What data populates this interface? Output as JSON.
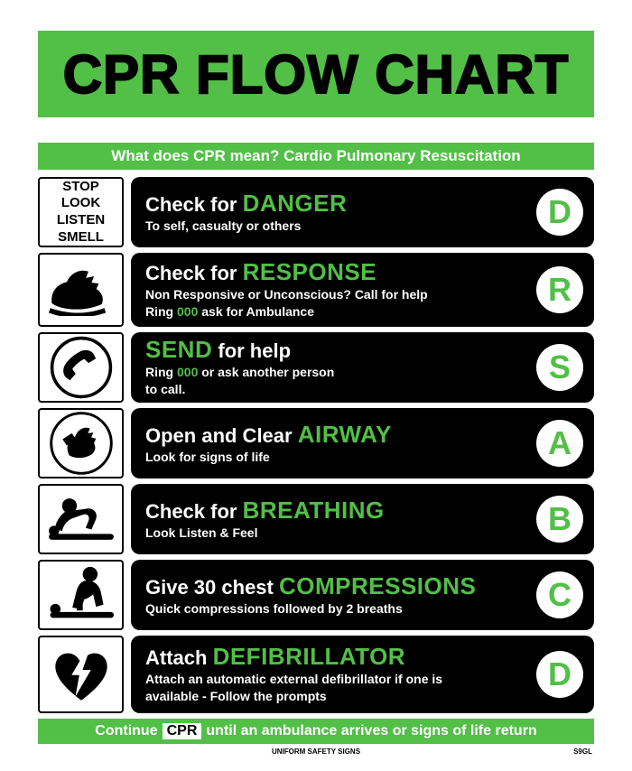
{
  "poster": {
    "title": "CPR FLOW CHART",
    "subtitle": "What does CPR mean? Cardio Pulmonary Resuscitation",
    "bottom_bar": {
      "prefix": "Continue",
      "chip": "CPR",
      "suffix": "until an ambulance arrives or signs of life return"
    },
    "footer": {
      "publisher": "UNIFORM SAFETY SIGNS",
      "code": "S9GL"
    }
  },
  "colors": {
    "green": "#52bf47",
    "black": "#000000",
    "white": "#ffffff"
  },
  "rows": [
    {
      "letter": "D",
      "icon": "stop-look-listen-smell-box",
      "icon_text_lines": [
        "STOP",
        "LOOK",
        "LISTEN",
        "SMELL"
      ],
      "heading": [
        {
          "text": "Check for ",
          "green": false
        },
        {
          "text": "DANGER",
          "green": true
        }
      ],
      "details": [
        [
          {
            "text": "To self, casualty or others",
            "green": false
          }
        ]
      ]
    },
    {
      "letter": "R",
      "icon": "unconscious-person-icon",
      "heading": [
        {
          "text": "Check for ",
          "green": false
        },
        {
          "text": "RESPONSE",
          "green": true
        }
      ],
      "details": [
        [
          {
            "text": "Non Responsive or Unconscious? Call for help",
            "green": false
          }
        ],
        [
          {
            "text": "Ring ",
            "green": false
          },
          {
            "text": "000",
            "green": true
          },
          {
            "text": " ask for Ambulance",
            "green": false
          }
        ]
      ]
    },
    {
      "letter": "S",
      "icon": "telephone-icon",
      "heading": [
        {
          "text": "SEND",
          "green": true
        },
        {
          "text": " for help",
          "green": false
        }
      ],
      "details": [
        [
          {
            "text": "Ring ",
            "green": false
          },
          {
            "text": "000",
            "green": true
          },
          {
            "text": " or ask another person",
            "green": false
          }
        ],
        [
          {
            "text": "to call.",
            "green": false
          }
        ]
      ]
    },
    {
      "letter": "A",
      "icon": "head-tilt-airway-icon",
      "heading": [
        {
          "text": "Open and Clear ",
          "green": false
        },
        {
          "text": "AIRWAY",
          "green": true
        }
      ],
      "details": [
        [
          {
            "text": "Look for signs of life",
            "green": false
          }
        ]
      ]
    },
    {
      "letter": "B",
      "icon": "check-breathing-icon",
      "heading": [
        {
          "text": "Check for ",
          "green": false
        },
        {
          "text": "BREATHING",
          "green": true
        }
      ],
      "details": [
        [
          {
            "text": "Look Listen & Feel",
            "green": false
          }
        ]
      ]
    },
    {
      "letter": "C",
      "icon": "chest-compressions-icon",
      "heading": [
        {
          "text": "Give 30 chest ",
          "green": false
        },
        {
          "text": "COMPRESSIONS",
          "green": true
        }
      ],
      "details": [
        [
          {
            "text": "Quick compressions followed by 2 breaths",
            "green": false
          }
        ]
      ]
    },
    {
      "letter": "D",
      "icon": "defibrillator-heart-icon",
      "heading": [
        {
          "text": "Attach ",
          "green": false
        },
        {
          "text": "DEFIBRILLATOR",
          "green": true
        }
      ],
      "details": [
        [
          {
            "text": "Attach an automatic external defibrillator if one is",
            "green": false
          }
        ],
        [
          {
            "text": "available - Follow the prompts",
            "green": false
          }
        ]
      ]
    }
  ]
}
